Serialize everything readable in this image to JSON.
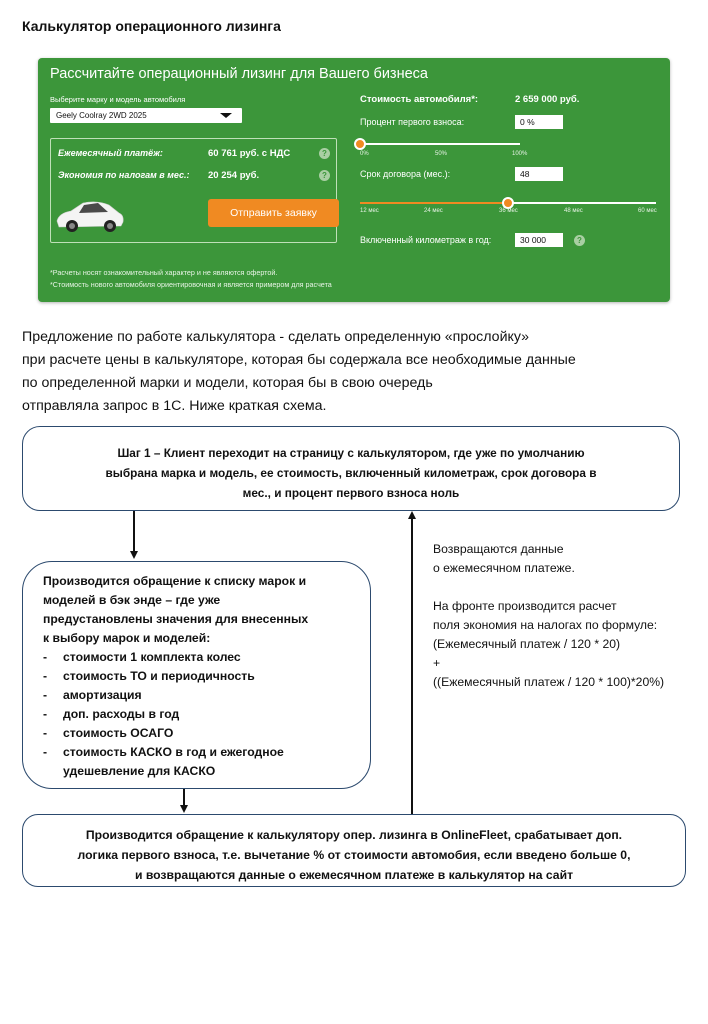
{
  "page": {
    "title": "Калькулятор операционного лизинга"
  },
  "calculator": {
    "heading": "Рассчитайте операционный лизинг для Вашего бизнеса",
    "brand_label": "Выберите марку и модель автомобиля",
    "brand_value": "Geely Coolray 2WD 2025",
    "monthly_label": "Ежемесячный платёж:",
    "monthly_value": "60 761 руб. с НДС",
    "tax_label": "Экономия по налогам в мес.:",
    "tax_value": "20 254 руб.",
    "send_button": "Отправить заявку",
    "cost_label": "Стоимость автомобиля*:",
    "cost_value": "2 659 000 руб.",
    "down_payment_label": "Процент первого взноса:",
    "down_payment_value": "0 %",
    "down_payment_level": 0,
    "down_payment_ticks": [
      "0%",
      "50%",
      "100%"
    ],
    "term_label": "Срок договора (мес.):",
    "term_value": "48",
    "term_level": 0.5,
    "term_ticks": [
      "12 мес",
      "24 мес",
      "36 мес",
      "48 мес",
      "60 мес"
    ],
    "mileage_label": "Включенный километраж в год:",
    "mileage_value": "30 000",
    "help_icon": "?",
    "note1": "*Расчеты носят ознакомительный характер и не являются офертой.",
    "note2": "*Стоимость нового автомобиля ориентировочная и является примером для расчета",
    "colors": {
      "background": "#3c963a",
      "accent": "#f08a22"
    }
  },
  "proposal": {
    "lines": [
      "Предложение по работе калькулятора  - сделать определенную «прослойку»",
      "при расчете цены в калькуляторе, которая бы содержала все необходимые данные",
      "по определенной марки и модели, которая бы в свою очередь",
      "отправляла запрос в 1С. Ниже краткая схема."
    ]
  },
  "flow": {
    "step1": [
      "Шаг 1 – Клиент переходит на страницу с калькулятором, где уже по умолчанию",
      "выбрана марка и модель, ее стоимость, включенный километраж, срок договора в",
      "мес., и процент первого взноса ноль"
    ],
    "step2_intro": [
      "Производится обращение к списку марок и",
      "моделей в бэк энде – где уже",
      "предустановлены значения для внесенных",
      "к выбору марок и моделей:"
    ],
    "step2_items": [
      "стоимости 1 комплекта колес",
      "стоимость ТО и периодичность",
      "амортизация",
      "доп. расходы в год",
      "стоимость ОСАГО",
      "стоимость КАСКО в год и ежегодное удешевление для КАСКО"
    ],
    "bullet": "-",
    "step3": [
      "Производится обращение к калькулятору опер. лизинга в OnlineFleet, срабатывает доп.",
      "логика первого взноса, т.е. вычетание % от стоимости автомобия, если введено больше 0,",
      "и возвращаются данные о ежемесячном платеже в калькулятор на сайт"
    ],
    "side_text": {
      "return1": "Возвращаются данные",
      "return2": "о ежемесячном платеже.",
      "calc1": "На фронте производится расчет",
      "calc2": "поля экономия на налогах по формуле:",
      "formula1": "(Ежемесячный платеж / 120 * 20)",
      "plus": "+",
      "formula2": "((Ежемесячный платеж / 120 * 100)*20%)"
    }
  }
}
